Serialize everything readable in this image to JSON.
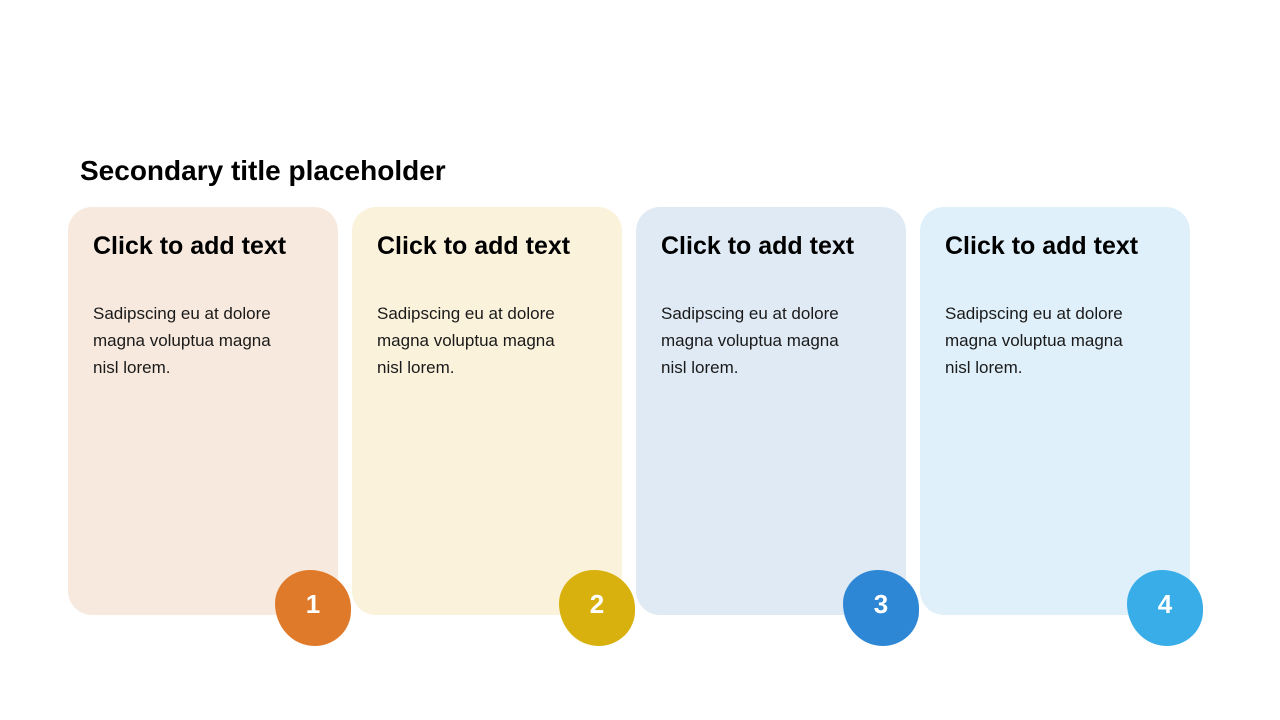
{
  "slide": {
    "title": "Secondary title placeholder",
    "background_color": "#ffffff"
  },
  "cards": [
    {
      "heading": "Click to add text",
      "body": "Sadipscing eu at dolore magna voluptua magna nisl lorem.",
      "number": "1",
      "card_color": "#F7E9DD",
      "badge_color": "#E07A2B"
    },
    {
      "heading": "Click to add text",
      "body": "Sadipscing eu at dolore magna voluptua magna nisl lorem.",
      "number": "2",
      "card_color": "#FAF2DB",
      "badge_color": "#D9B10E"
    },
    {
      "heading": "Click to add text",
      "body": "Sadipscing eu at dolore magna voluptua magna nisl lorem.",
      "number": "3",
      "card_color": "#DFEAF5",
      "badge_color": "#2E87D5"
    },
    {
      "heading": "Click to add text",
      "body": "Sadipscing eu at dolore magna voluptua magna nisl lorem.",
      "number": "4",
      "card_color": "#DFF0FA",
      "badge_color": "#38ADE8"
    }
  ]
}
